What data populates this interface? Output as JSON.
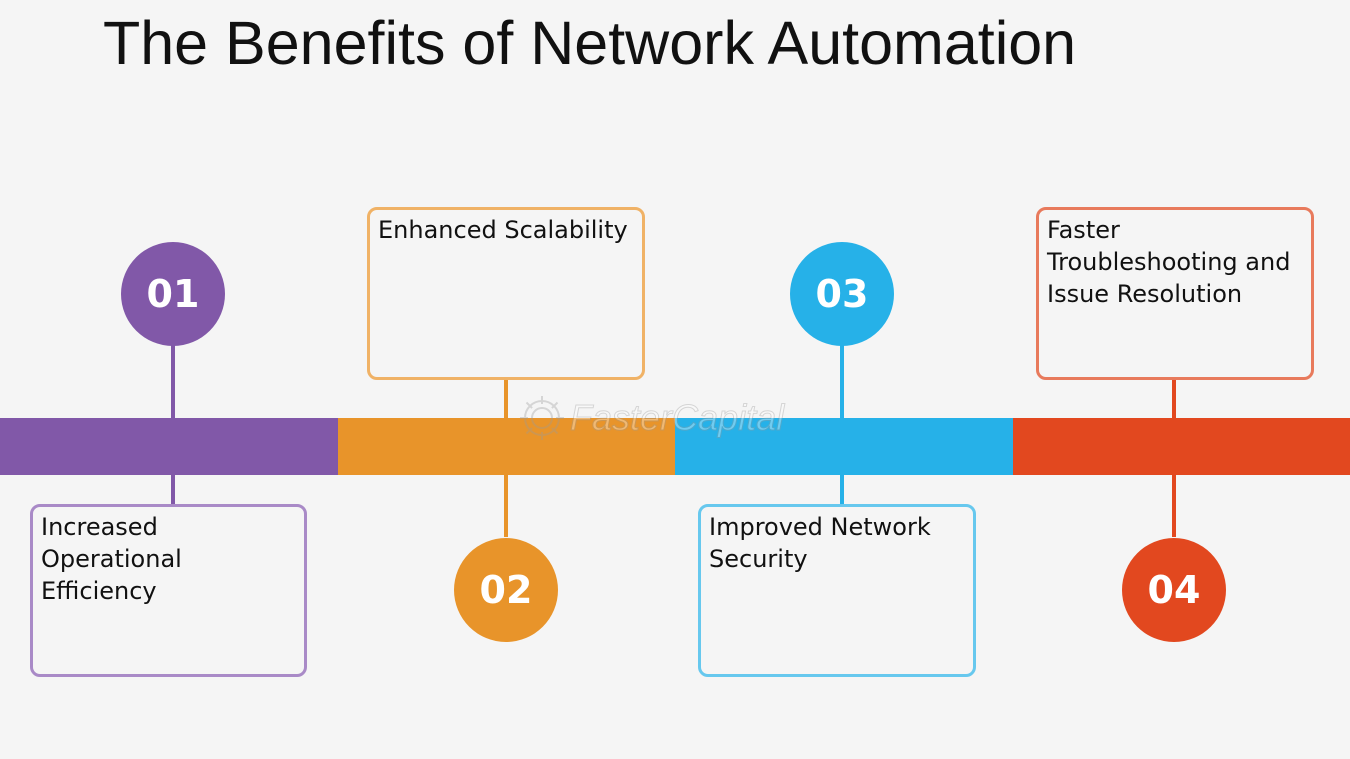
{
  "title": "The Benefits of Network Automation",
  "colors": {
    "purple": "#8158a8",
    "orange": "#e8942a",
    "blue": "#26b1e8",
    "red": "#e2481f"
  },
  "steps": [
    {
      "number": "01",
      "label": "Increased Operational Efficiency"
    },
    {
      "number": "02",
      "label": "Enhanced Scalability"
    },
    {
      "number": "03",
      "label": "Improved Network Security"
    },
    {
      "number": "04",
      "label": "Faster Troubleshooting and Issue Resolution"
    }
  ],
  "watermark": {
    "text": "FasterCapital",
    "icon": "gear-icon"
  }
}
